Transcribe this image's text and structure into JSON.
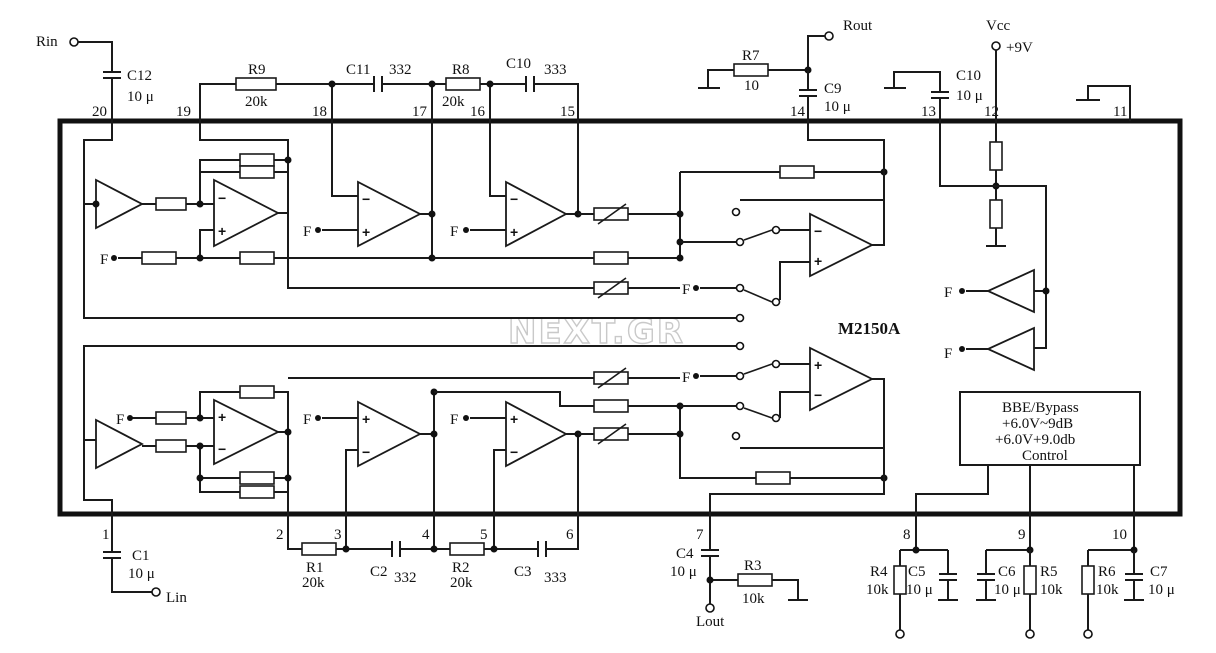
{
  "chip": {
    "part_number": "M2150A"
  },
  "watermark": "NEXT.GR",
  "control_box": {
    "lines": [
      "BBE/Bypass",
      "+6.0V~9dB",
      "+6.0V+9.0db",
      "Control"
    ]
  },
  "terminals": {
    "rin": "Rin",
    "rout": "Rout",
    "lin": "Lin",
    "lout": "Lout",
    "vcc": "Vcc",
    "vcc_value": "+9V"
  },
  "pins": [
    "1",
    "2",
    "3",
    "4",
    "5",
    "6",
    "7",
    "8",
    "9",
    "10",
    "11",
    "12",
    "13",
    "14",
    "15",
    "16",
    "17",
    "18",
    "19",
    "20"
  ],
  "components": {
    "R1": {
      "ref": "R1",
      "value": "20k"
    },
    "R2": {
      "ref": "R2",
      "value": "20k"
    },
    "R3": {
      "ref": "R3",
      "value": "10k"
    },
    "R4": {
      "ref": "R4",
      "value": "10k"
    },
    "R5": {
      "ref": "R5",
      "value": "10k"
    },
    "R6": {
      "ref": "R6",
      "value": "10k"
    },
    "R7": {
      "ref": "R7",
      "value": "10"
    },
    "R8": {
      "ref": "R8",
      "value": "20k"
    },
    "R9": {
      "ref": "R9",
      "value": "20k"
    },
    "C1": {
      "ref": "C1",
      "value": "10 μ"
    },
    "C2": {
      "ref": "C2",
      "value": "332"
    },
    "C3": {
      "ref": "C3",
      "value": "333"
    },
    "C4": {
      "ref": "C4",
      "value": "10 μ"
    },
    "C5": {
      "ref": "C5",
      "value": "10 μ"
    },
    "C6": {
      "ref": "C6",
      "value": "10 μ"
    },
    "C7": {
      "ref": "C7",
      "value": "10 μ"
    },
    "C9": {
      "ref": "C9",
      "value": "10 μ"
    },
    "C10a": {
      "ref": "C10",
      "value": "333"
    },
    "C10b": {
      "ref": "C10",
      "value": "10 μ"
    },
    "C11": {
      "ref": "C11",
      "value": "332"
    },
    "C12": {
      "ref": "C12",
      "value": "10 μ"
    }
  },
  "internal": {
    "f_label": "F",
    "plus": "+",
    "minus": "−"
  }
}
